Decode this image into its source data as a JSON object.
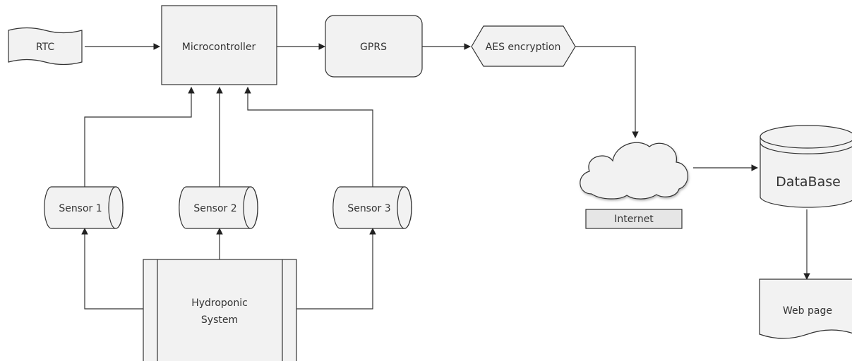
{
  "nodes": {
    "rtc": "RTC",
    "microcontroller": "Microcontroller",
    "gprs": "GPRS",
    "aes": "AES encryption",
    "internet": "Internet",
    "database": "DataBase",
    "webpage": "Web page",
    "sensor1": "Sensor 1",
    "sensor2": "Sensor 2",
    "sensor3": "Sensor 3",
    "hydroponic_line1": "Hydroponic",
    "hydroponic_line2": "System"
  }
}
